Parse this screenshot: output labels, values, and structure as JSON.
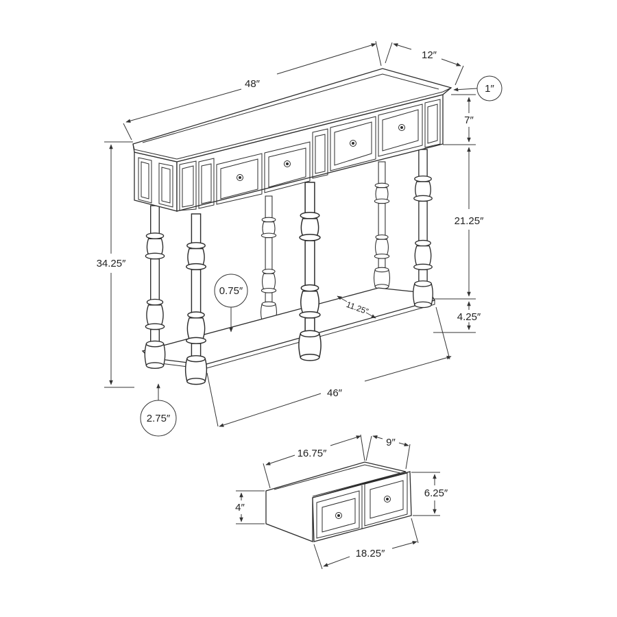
{
  "dimensions": {
    "overall_width": "48″",
    "overall_depth": "12″",
    "top_thickness": "1″",
    "apron_height": "7″",
    "shelf_clearance": "21.25″",
    "shelf_to_floor": "4.25″",
    "overall_height": "34.25″",
    "shelf_thickness": "0.75″",
    "shelf_depth": "11.25″",
    "shelf_width": "46″",
    "leg_width": "2.75″"
  },
  "drawer": {
    "inner_width": "16.75″",
    "depth": "9″",
    "front_height": "6.25″",
    "box_height": "4″",
    "front_width": "18.25″"
  }
}
